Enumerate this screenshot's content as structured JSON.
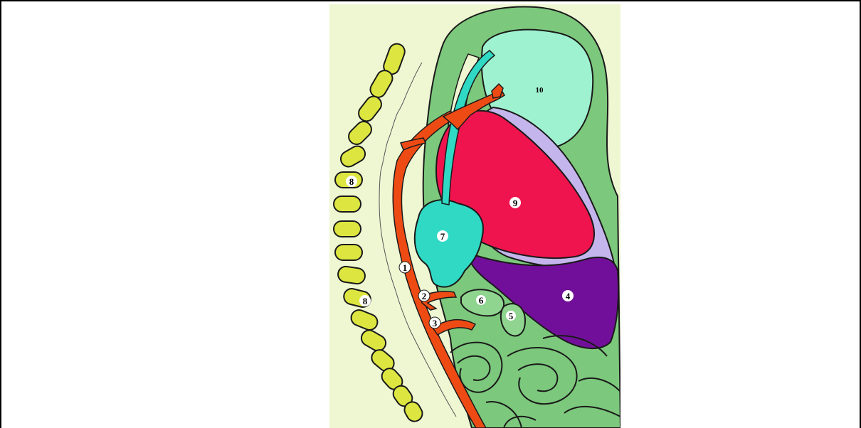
{
  "labels": {
    "l1": "1",
    "l2": "2",
    "l3": "3",
    "l4": "4",
    "l5": "5",
    "l6": "6",
    "l7": "7",
    "l8a": "8",
    "l8b": "8",
    "l9": "9",
    "l10": "10"
  },
  "colors": {
    "background": "#eef7d2",
    "body_green": "#7cc87c",
    "body_green_light": "#8fd48f",
    "vertebra": "#dde640",
    "artery": "#ee4b14",
    "organ_9": "#f0144e",
    "organ_10": "#9ff2cf",
    "organ_7": "#2fd9c4",
    "organ_4": "#720f9a",
    "membrane": "#c4b6ec",
    "outline": "#1a1a1a"
  }
}
